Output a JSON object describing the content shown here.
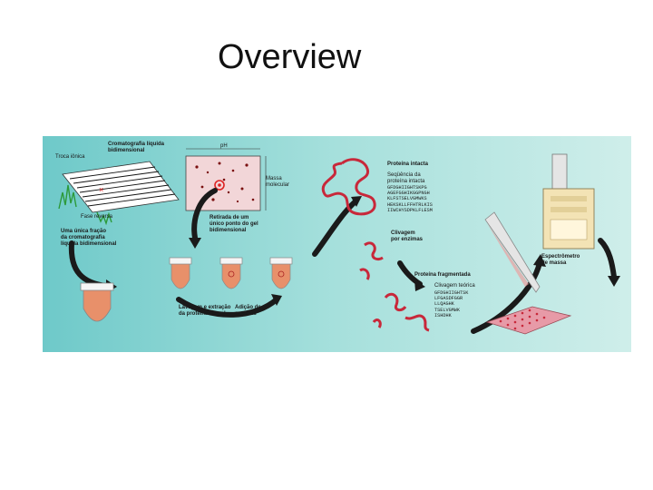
{
  "slide": {
    "title": "Overview"
  },
  "diagram": {
    "labels": {
      "troca_ionica": "Troca iônica",
      "cromatografia": "Cromatografia líquida\nbidimensional",
      "fase_reversa": "Fase reversa",
      "ph": "pH",
      "massa_molecular": "Massa\nmolecular",
      "retirada": "Retirada de um\núnico ponto do gel\nbidimensional",
      "fracao": "Uma única fração\nda cromatografia\nlíquida bidimensional",
      "lavagem": "Lavagem e extração\nda proteína do gel",
      "adicao": "Adição de\nenzimas",
      "proteina_intacta": "Proteína intacta",
      "sequencia_label": "Seqüência da\nproteína intacta",
      "sequencia": "GFDGHIIGHTSKPG\nAGEFGGHIKGGPNGH\nKLFSTSELVGMWKS\nHEKSKLLFFHTRLKIS\nIIWCHYSDPKLFLESM",
      "clivagem_enzimas": "Clivagem\npor enzimas",
      "proteina_fragmentada": "Proteína fragmentada",
      "clivagem_teorica": "Clivagem teórica",
      "fragmentos": "GFDGHIIGHTSK\nLFGASDFGGR\nLLQAGHK\nTSELVGMWK\nISHDHK",
      "espectrometro": "Espectrômetro\nde massa"
    },
    "colors": {
      "background": "#8fd6d2",
      "arrow": "#1a1a1a",
      "protein": "#c8283a",
      "tube_liquid": "#e8906a",
      "gel": "#f2d6d8",
      "spectrometer": "#f3e3b5"
    }
  }
}
